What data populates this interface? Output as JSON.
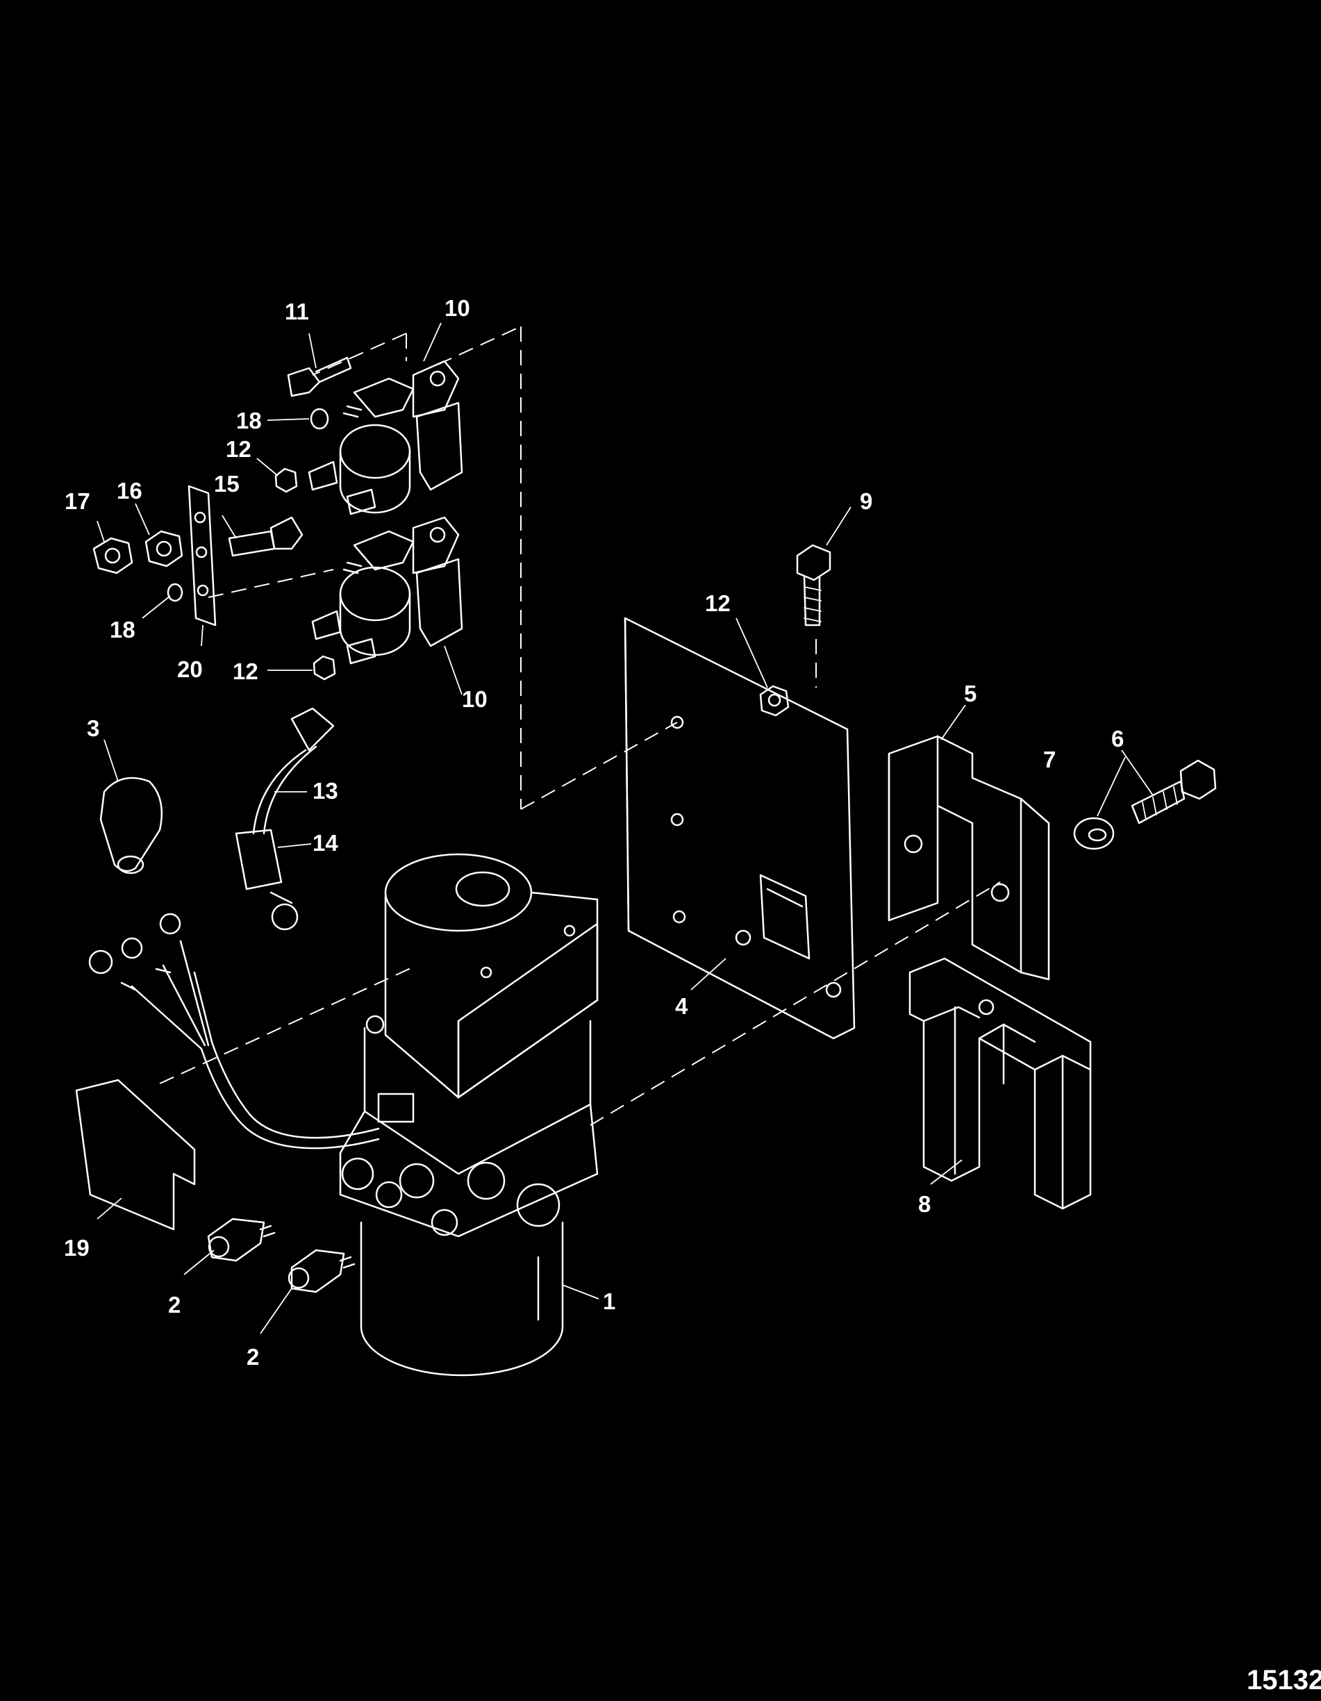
{
  "callouts": [
    {
      "id": "c1",
      "text": "1"
    },
    {
      "id": "c2a",
      "text": "2"
    },
    {
      "id": "c2b",
      "text": "2"
    },
    {
      "id": "c3",
      "text": "3"
    },
    {
      "id": "c4",
      "text": "4"
    },
    {
      "id": "c5",
      "text": "5"
    },
    {
      "id": "c6",
      "text": "6"
    },
    {
      "id": "c7",
      "text": "7"
    },
    {
      "id": "c8",
      "text": "8"
    },
    {
      "id": "c9",
      "text": "9"
    },
    {
      "id": "c10a",
      "text": "10"
    },
    {
      "id": "c10b",
      "text": "10"
    },
    {
      "id": "c11",
      "text": "11"
    },
    {
      "id": "c12a",
      "text": "12"
    },
    {
      "id": "c12b",
      "text": "12"
    },
    {
      "id": "c12c",
      "text": "12"
    },
    {
      "id": "c13",
      "text": "13"
    },
    {
      "id": "c14",
      "text": "14"
    },
    {
      "id": "c15",
      "text": "15"
    },
    {
      "id": "c16",
      "text": "16"
    },
    {
      "id": "c17",
      "text": "17"
    },
    {
      "id": "c18a",
      "text": "18"
    },
    {
      "id": "c18b",
      "text": "18"
    },
    {
      "id": "c19",
      "text": "19"
    },
    {
      "id": "c20",
      "text": "20"
    }
  ],
  "drawing_number": "15132"
}
